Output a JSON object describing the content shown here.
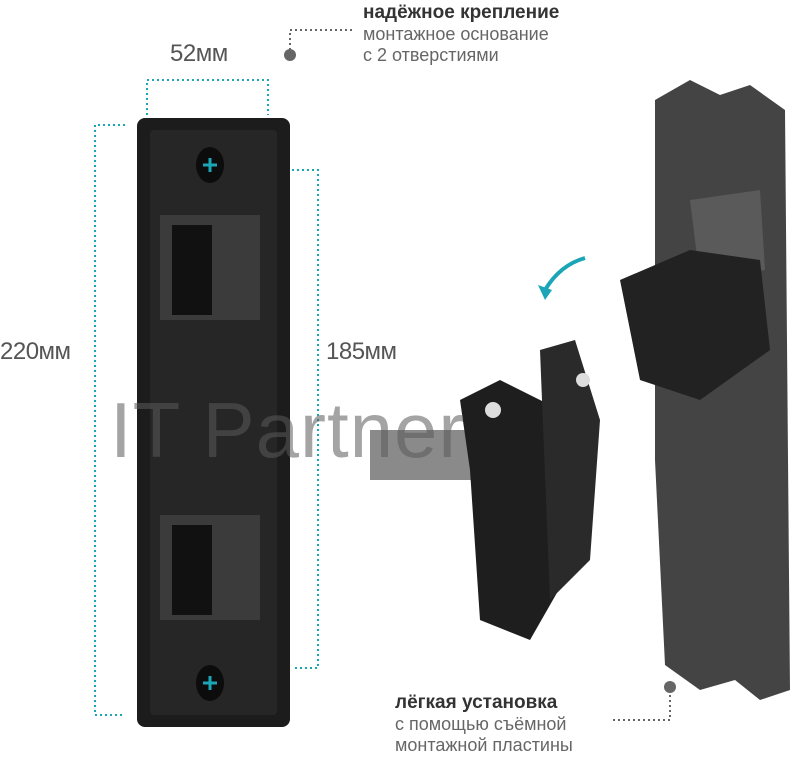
{
  "dimensions": {
    "width": "52мм",
    "height": "220мм",
    "hole_spacing": "185мм"
  },
  "callout_top": {
    "title": "надёжное крепление",
    "line1": "монтажное основание",
    "line2": "с 2 отверстиями"
  },
  "callout_bottom": {
    "title": "лёгкая установка",
    "line1": "с помощью съёмной",
    "line2": "монтажной пластины"
  },
  "watermark": "IT Partner",
  "colors": {
    "accent": "#1aa6b7",
    "plate": "#1c1c1c",
    "bracket": "#3a3a3a",
    "text": "#555555"
  }
}
